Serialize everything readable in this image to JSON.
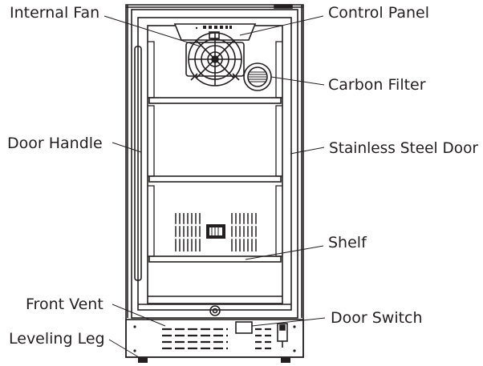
{
  "labels": {
    "internal_fan": "Internal Fan",
    "control_panel": "Control Panel",
    "carbon_filter": "Carbon Filter",
    "door_handle": "Door Handle",
    "stainless_steel_door": "Stainless Steel Door",
    "shelf": "Shelf",
    "front_vent": "Front Vent",
    "door_switch": "Door Switch",
    "leveling_leg": "Leveling Leg"
  },
  "colors": {
    "line": "#231f20",
    "background": "#ffffff"
  }
}
